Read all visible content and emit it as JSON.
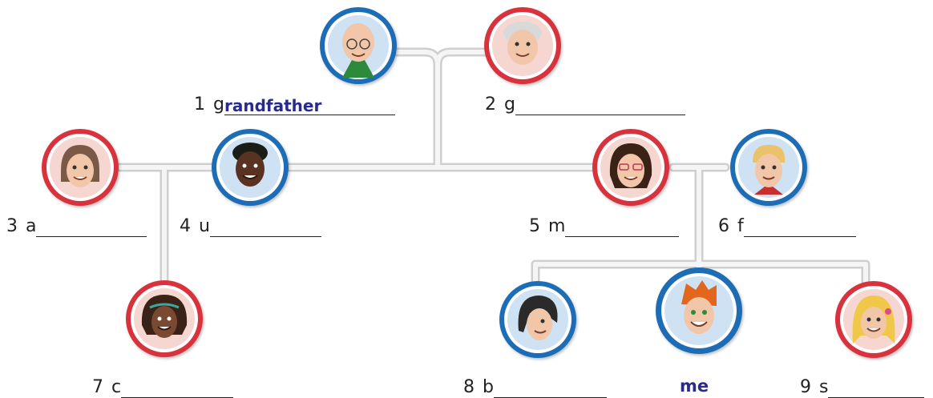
{
  "people": [
    {
      "id": "grandfather",
      "gender": "male",
      "number": "1",
      "letter": "g",
      "answer": "randfather"
    },
    {
      "id": "grandmother",
      "gender": "female",
      "number": "2",
      "letter": "g",
      "answer": ""
    },
    {
      "id": "aunt",
      "gender": "female",
      "number": "3",
      "letter": "a",
      "answer": ""
    },
    {
      "id": "uncle",
      "gender": "male",
      "number": "4",
      "letter": "u",
      "answer": ""
    },
    {
      "id": "mother",
      "gender": "female",
      "number": "5",
      "letter": "m",
      "answer": ""
    },
    {
      "id": "father",
      "gender": "male",
      "number": "6",
      "letter": "f",
      "answer": ""
    },
    {
      "id": "cousin",
      "gender": "female",
      "number": "7",
      "letter": "c",
      "answer": ""
    },
    {
      "id": "brother",
      "gender": "male",
      "number": "8",
      "letter": "b",
      "answer": ""
    },
    {
      "id": "me",
      "gender": "male",
      "label": "me"
    },
    {
      "id": "sister",
      "gender": "female",
      "number": "9",
      "letter": "s",
      "answer": ""
    }
  ],
  "colors": {
    "male_ring": "#1f6db5",
    "female_ring": "#d8323d",
    "male_bg": "#cfe2f4",
    "female_bg": "#f6d6d0",
    "connector": "#e4e4e4",
    "answer_ink": "#2a2a8c"
  }
}
